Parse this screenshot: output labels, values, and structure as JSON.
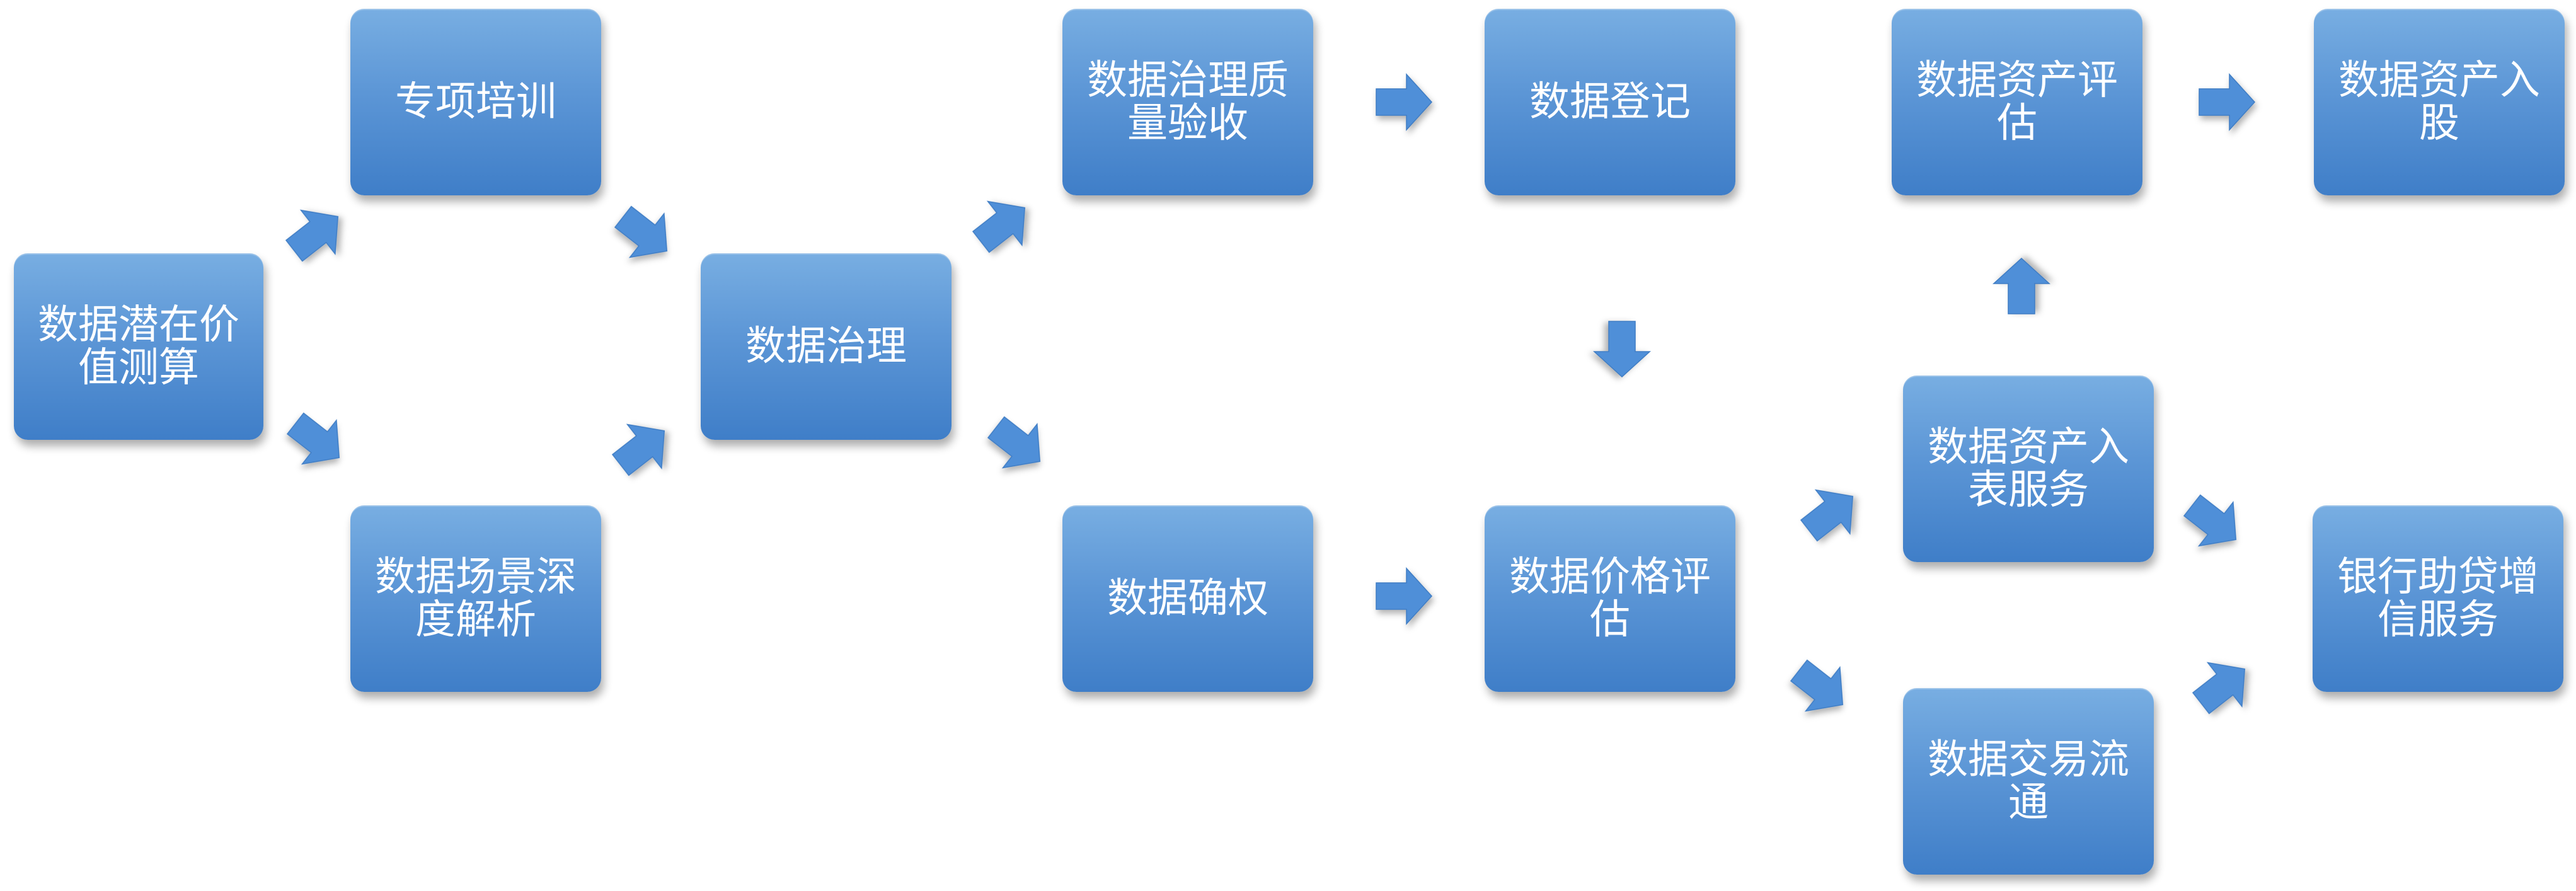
{
  "nodes": {
    "data_potential_value": "数据潜在价值测算",
    "special_training": "专项培训",
    "scenario_analysis": "数据场景深度解析",
    "data_governance": "数据治理",
    "governance_quality_acceptance": "数据治理质量验收",
    "data_rights_confirmation": "数据确权",
    "data_registration": "数据登记",
    "data_price_evaluation": "数据价格评估",
    "data_asset_evaluation": "数据资产评估",
    "data_asset_investment": "数据资产入股",
    "data_asset_booking_service": "数据资产入表服务",
    "data_trading_circulation": "数据交易流通",
    "bank_credit_service": "银行助贷增信服务"
  },
  "colors": {
    "node_fill_top": "#78aee2",
    "node_fill_bottom": "#3f7ec8",
    "arrow_fill": "#4f8fd8",
    "text": "#ffffff",
    "background": "#ffffff"
  },
  "arrow_shape": "block-arrow-icon"
}
